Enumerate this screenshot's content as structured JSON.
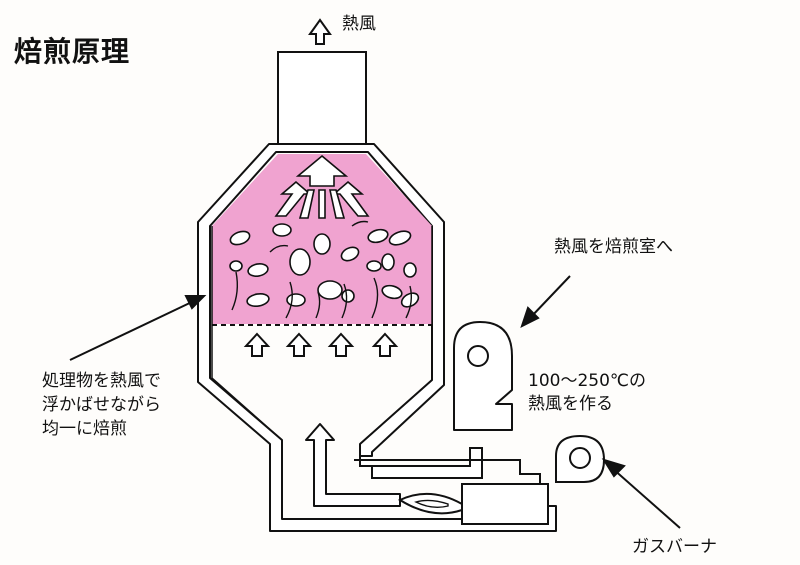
{
  "title": "焙煎原理",
  "labels": {
    "hot_air_out": "熱風",
    "hot_air_to_chamber": "熱風を焙煎室へ",
    "temp_line1": "100〜250℃の",
    "temp_line2": "熱風を作る",
    "process_line1": "処理物を熱風で",
    "process_line2": "浮かばせながら",
    "process_line3": "均一に焙煎",
    "burner": "ガスバーナ"
  },
  "colors": {
    "roast_zone": "#f0a3d0",
    "outline": "#111111",
    "background": "#fefdfb"
  },
  "icons": [
    "up-arrow-icon",
    "pointer-arrow-icon",
    "flame-icon",
    "fan-icon"
  ]
}
